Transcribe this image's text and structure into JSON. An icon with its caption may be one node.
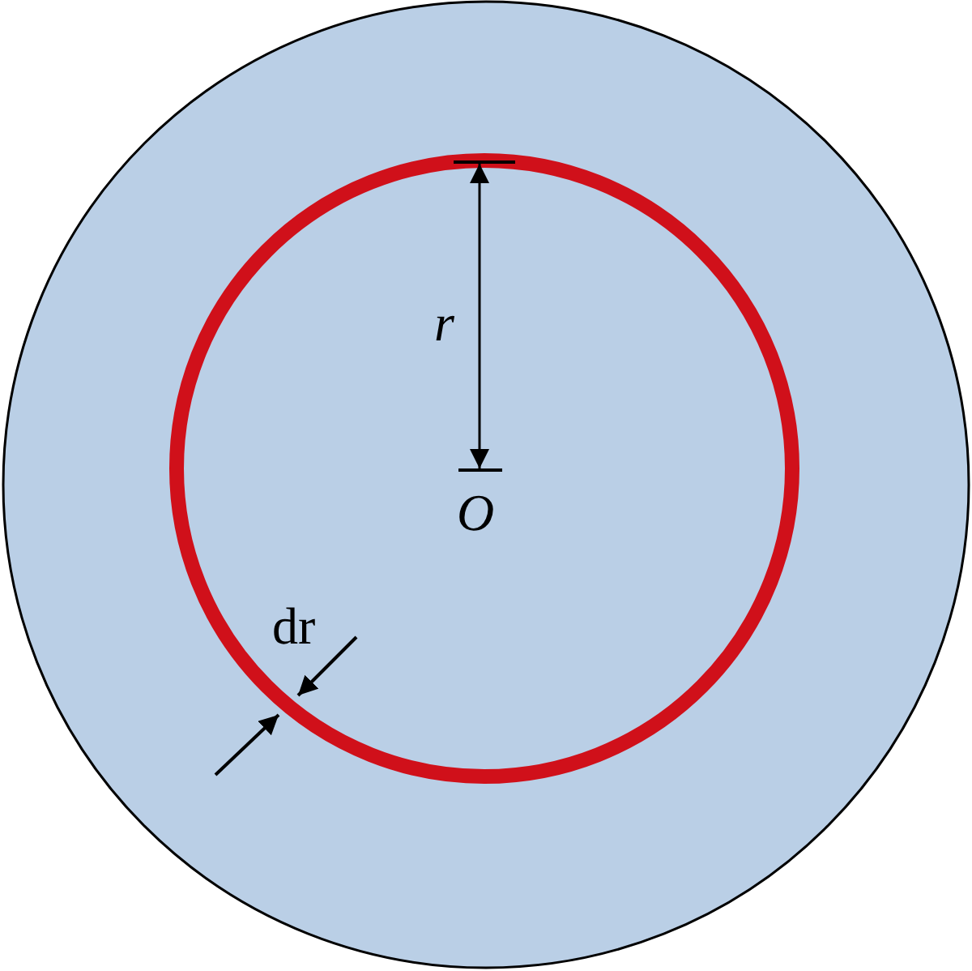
{
  "diagram": {
    "labels": [
      "r",
      "O",
      "dr"
    ]
  }
}
